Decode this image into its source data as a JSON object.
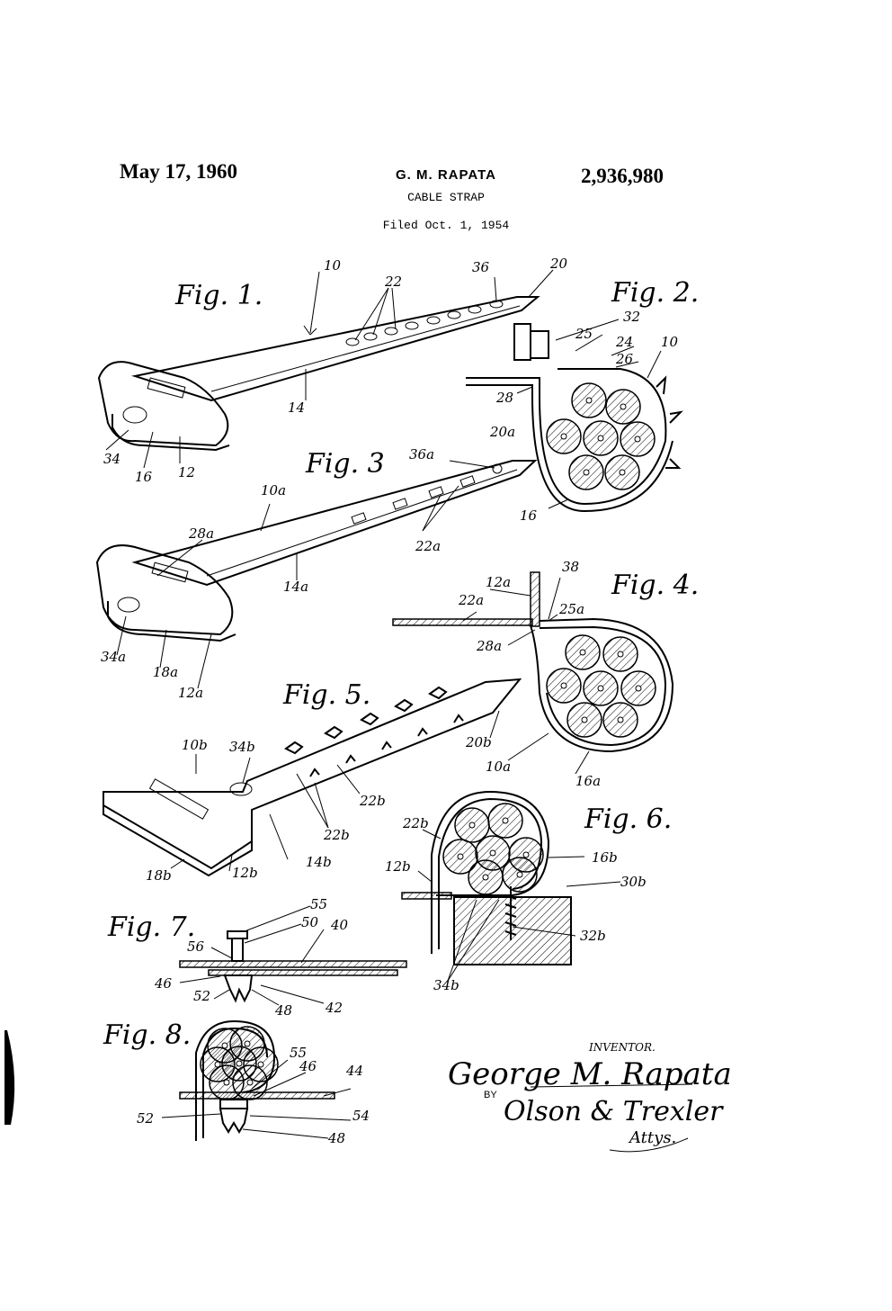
{
  "header": {
    "date": "May 17, 1960",
    "inventor": "G. M. RAPATA",
    "title": "CABLE STRAP",
    "filed": "Filed Oct. 1, 1954",
    "patent_number": "2,936,980"
  },
  "figures": {
    "fig1": {
      "caption": "Fig. 1.",
      "labels": [
        "10",
        "22",
        "36",
        "14",
        "34",
        "16",
        "12"
      ]
    },
    "fig2": {
      "caption": "Fig. 2.",
      "labels": [
        "20",
        "32",
        "25",
        "24",
        "10",
        "26",
        "28",
        "16"
      ]
    },
    "fig3": {
      "caption": "Fig. 3",
      "labels": [
        "36a",
        "20a",
        "10a",
        "28a",
        "22a",
        "14a",
        "34a",
        "18a",
        "12a"
      ]
    },
    "fig4": {
      "caption": "Fig. 4.",
      "labels": [
        "38",
        "12a",
        "22a",
        "25a",
        "28a",
        "10a",
        "16a"
      ]
    },
    "fig5": {
      "caption": "Fig. 5.",
      "labels": [
        "10b",
        "34b",
        "20b",
        "22b",
        "22b",
        "14b",
        "18b",
        "12b"
      ]
    },
    "fig6": {
      "caption": "Fig. 6.",
      "labels": [
        "22b",
        "16b",
        "12b",
        "30b",
        "32b",
        "34b"
      ]
    },
    "fig7": {
      "caption": "Fig. 7.",
      "labels": [
        "55",
        "50",
        "40",
        "56",
        "46",
        "52",
        "48",
        "42"
      ]
    },
    "fig8": {
      "caption": "Fig. 8.",
      "labels": [
        "55",
        "46",
        "44",
        "52",
        "54",
        "48"
      ]
    }
  },
  "signature": {
    "inventor_label": "INVENTOR.",
    "name": "George M. Rapata",
    "by": "BY",
    "attorneys": "Olson & Trexler",
    "attys": "Attys."
  }
}
